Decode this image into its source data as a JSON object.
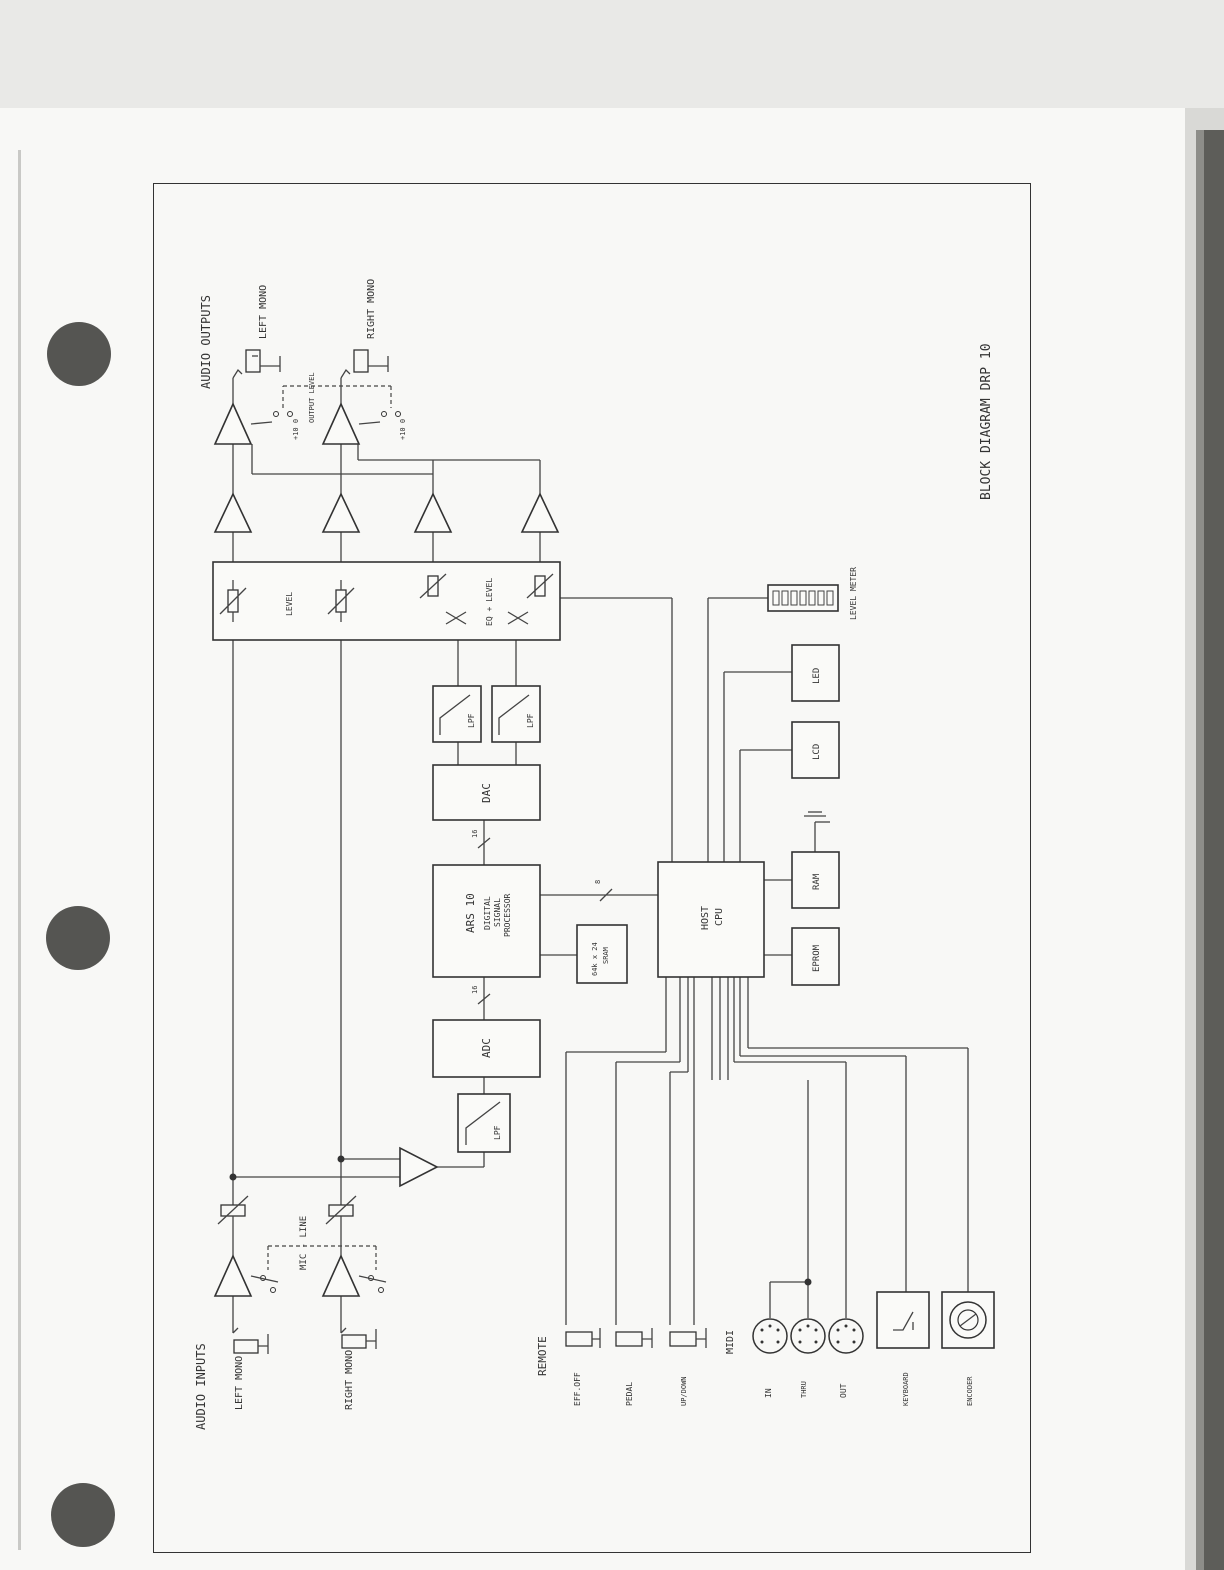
{
  "labels": {
    "audio_outputs": "AUDIO OUTPUTS",
    "out_left_mono": "LEFT MONO",
    "out_right_mono": "RIGHT MONO",
    "output_level": "OUTPUT LEVEL",
    "out_gain_left": "+10 0",
    "out_gain_right": "+10 0",
    "level": "LEVEL",
    "eq_level": "EQ + LEVEL",
    "lpf_1": "LPF",
    "lpf_2": "LPF",
    "lpf_in": "LPF",
    "dac": "DAC",
    "adc": "ADC",
    "bus_16_dac": "16",
    "bus_16_adc": "16",
    "bus_8": "8",
    "dsp_name": "ARS 10",
    "dsp_line1": "DIGITAL",
    "dsp_line2": "SIGNAL",
    "dsp_line3": "PROCESSOR",
    "sram_line1": "64k x 24",
    "sram_line2": "SRAM",
    "cpu_line1": "HOST",
    "cpu_line2": "CPU",
    "ram": "RAM",
    "eprom": "EPROM",
    "led": "LED",
    "lcd": "LCD",
    "level_meter": "LEVEL METER",
    "title": "BLOCK DIAGRAM  DRP 10",
    "audio_inputs": "AUDIO INPUTS",
    "in_left_mono": "LEFT MONO",
    "in_right_mono": "RIGHT MONO",
    "mic_line": "MIC - LINE",
    "remote": "REMOTE",
    "eff_off": "EFF.OFF",
    "pedal": "PEDAL",
    "up_down": "UP/DOWN",
    "midi": "MIDI",
    "midi_in": "IN",
    "midi_thru": "THRU",
    "midi_out": "OUT",
    "keyboard": "KEYBOARD",
    "encoder": "ENCODER"
  }
}
